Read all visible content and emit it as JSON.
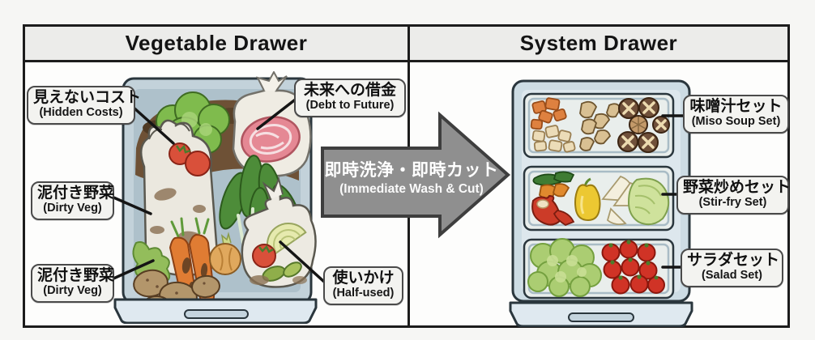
{
  "left_panel": {
    "title": "Vegetable Drawer",
    "callouts": [
      {
        "id": "hidden-costs",
        "jp": "見えないコスト",
        "en": "(Hidden Costs)"
      },
      {
        "id": "debt-to-future",
        "jp": "未来への借金",
        "en": "(Debt to Future)"
      },
      {
        "id": "dirty-veg-1",
        "jp": "泥付き野菜",
        "en": "(Dirty Veg)"
      },
      {
        "id": "dirty-veg-2",
        "jp": "泥付き野菜",
        "en": "(Dirty Veg)"
      },
      {
        "id": "half-used",
        "jp": "使いかけ",
        "en": "(Half-used)"
      }
    ],
    "illustration_items": [
      "dirt",
      "dirty plastic bag",
      "tomatoes",
      "lettuce",
      "meat in tied bag",
      "leafy greens",
      "carrots",
      "onion",
      "potatoes",
      "half-used tied bag with cabbage, tomato, avocado"
    ]
  },
  "arrow": {
    "jp": "即時洗浄・即時カット",
    "en": "(Immediate Wash & Cut)"
  },
  "right_panel": {
    "title": "System Drawer",
    "callouts": [
      {
        "id": "miso-soup-set",
        "jp": "味噌汁セット",
        "en": "(Miso Soup Set)"
      },
      {
        "id": "stir-fry-set",
        "jp": "野菜炒めセット",
        "en": "(Stir-fry Set)"
      },
      {
        "id": "salad-set",
        "jp": "サラダセット",
        "en": "(Salad Set)"
      }
    ],
    "illustration_items": [
      "tray of carrot chunks, tofu cubes, shiitake mushrooms",
      "tray of peppers, onion slices, cabbage wedge",
      "tray of lettuce and cherry tomatoes"
    ]
  },
  "colors": {
    "border": "#1c1c1c",
    "header_bg": "#ececea",
    "panel_bg": "#fdfdfc",
    "callout_bg": "#f3f3f0",
    "arrow_fill": "#8f8f8f",
    "arrow_stroke": "#3e3e3e",
    "drawer_body": "#c3d2da",
    "drawer_front": "#dfe9f0"
  }
}
